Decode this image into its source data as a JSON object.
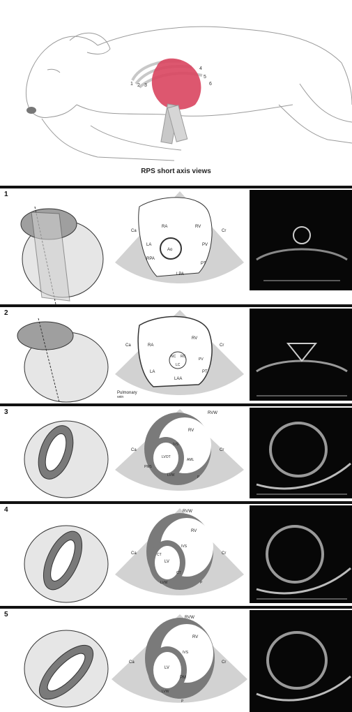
{
  "title": "RPS short axis views",
  "dog_labels": [
    "1",
    "2",
    "3",
    "4",
    "5",
    "6"
  ],
  "panels": [
    {
      "number": "1",
      "labels": [
        "RA",
        "RV",
        "Ao",
        "LA",
        "PV",
        "RPA",
        "PT",
        "LPA",
        "Ca",
        "Cr"
      ]
    },
    {
      "number": "2",
      "labels": [
        "RA",
        "RV",
        "NC",
        "RC",
        "LC",
        "PV",
        "PT",
        "LA",
        "LAA",
        "Pulmonary",
        "vein",
        "Ca",
        "Cr"
      ]
    },
    {
      "number": "3",
      "labels": [
        "RVW",
        "RV",
        "IVS",
        "LVOT",
        "AML",
        "PMS",
        "LVW",
        "P",
        "Ca",
        "Cr"
      ]
    },
    {
      "number": "4",
      "labels": [
        "RVW",
        "RV",
        "IVS",
        "LV",
        "CT",
        "CT",
        "LVW",
        "P",
        "Ca",
        "Cr"
      ]
    },
    {
      "number": "5",
      "labels": [
        "RVW",
        "RV",
        "IVS",
        "LV",
        "PM",
        "LVW",
        "P",
        "Ca",
        "Cr"
      ]
    }
  ],
  "colors": {
    "heart": "#d9455f",
    "border": "#111111",
    "echo_bg": "#070707"
  }
}
